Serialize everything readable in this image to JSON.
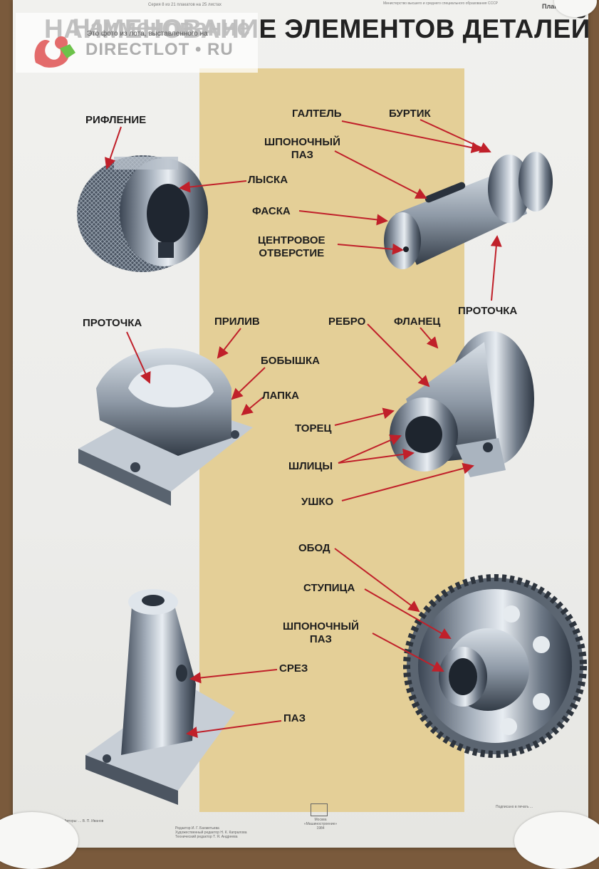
{
  "watermark": {
    "line1": "Наименование",
    "line2": "DIRECTLOT • RU",
    "overlay_text": "Это фото из лота, выставленного на"
  },
  "header": {
    "title": "НАИМЕНОВАНИЕ ЭЛЕМЕНТОВ ДЕТАЛЕЙ",
    "series": "Серия 8 из 21 плакатов на 25 листах",
    "ministry": "Министерство высшего и среднего специального образования СССР",
    "corner": "Плак"
  },
  "labels": {
    "rifflenie": "РИФЛЕНИЕ",
    "lyska": "ЛЫСКА",
    "galtel": "ГАЛТЕЛЬ",
    "burtik": "БУРТИК",
    "shponochny_paz_1": "ШПОНОЧНЫЙ\nПАЗ",
    "faska": "ФАСКА",
    "centrovoe": "ЦЕНТРОВОЕ\nОТВЕРСТИЕ",
    "protochka_1": "ПРОТОЧКА",
    "protochka_2": "ПРОТОЧКА",
    "priliv": "ПРИЛИВ",
    "bobyshka": "БОБЫШКА",
    "lapka": "ЛАПКА",
    "rebro": "РЕБРО",
    "flanec": "ФЛАНЕЦ",
    "torec": "ТОРЕЦ",
    "shlicy": "ШЛИЦЫ",
    "ushko": "УШКО",
    "obod": "ОБОД",
    "stupica": "СТУПИЦА",
    "shponochny_paz_2": "ШПОНОЧНЫЙ\nПАЗ",
    "srez": "СРЕЗ",
    "paz": "ПАЗ"
  },
  "footer": {
    "credit_left": "Авторы: ...  В. П. Иванов",
    "credit_mid": "Редактор И. Г. Бахметьева\nХудожественный редактор Н. К. Капралова\nТехнический редактор Т. Я. Андреева",
    "publisher": "Москва\n«Машиностроение»\n1984",
    "credit_right": "Подписано в печать ..."
  },
  "colors": {
    "band": "#e4cf97",
    "arrow": "#c0202a",
    "ink": "#1e1e1e"
  }
}
